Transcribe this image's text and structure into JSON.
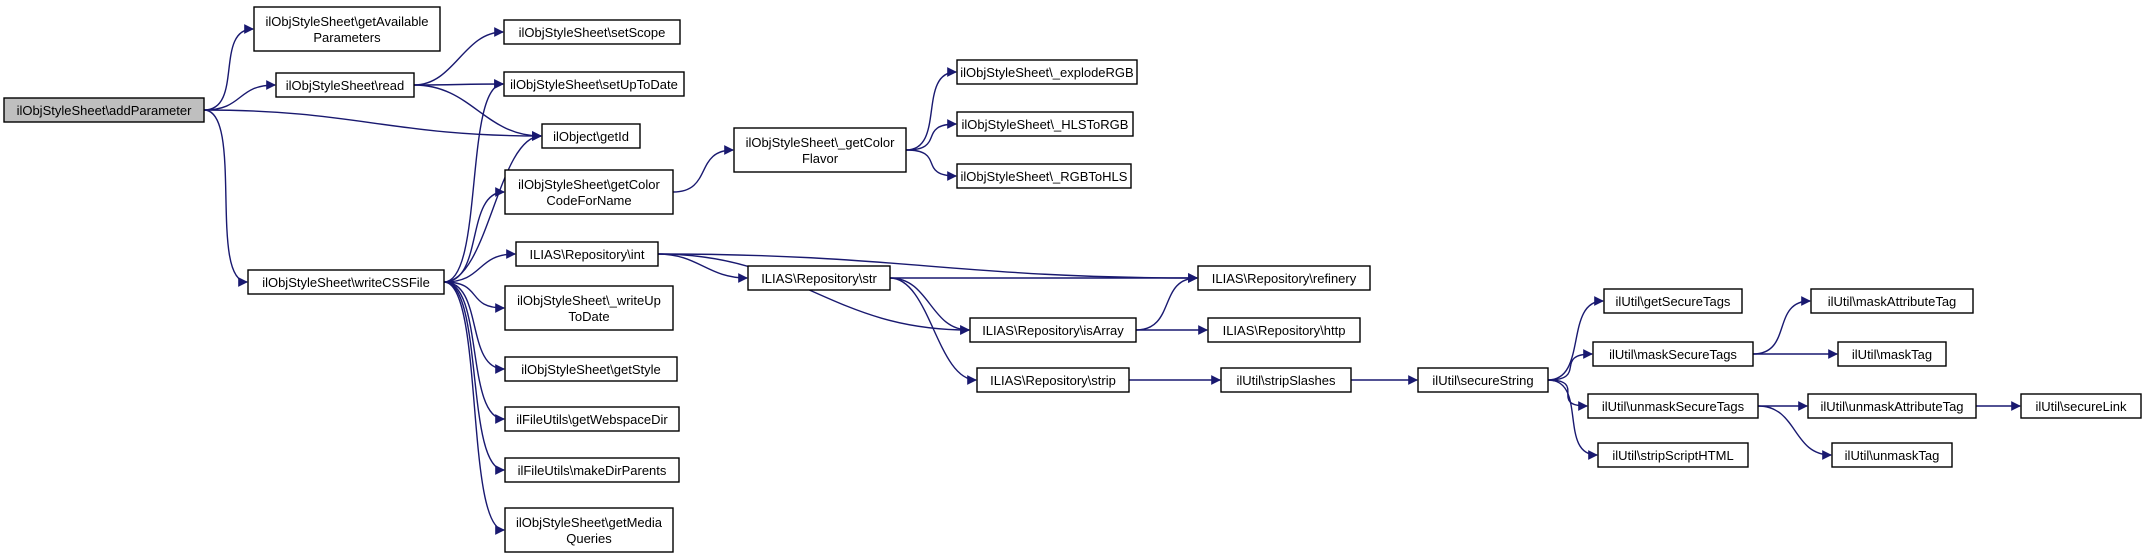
{
  "diagram": {
    "type": "call-graph",
    "colors": {
      "edge": "#191970",
      "node_border": "#000000",
      "root_fill": "#bfbfbf",
      "node_fill": "#ffffff"
    },
    "nodes": [
      {
        "id": "n0",
        "lines": [
          "ilObjStyleSheet\\addParameter"
        ],
        "root": true
      },
      {
        "id": "n1",
        "lines": [
          "ilObjStyleSheet\\getAvailable",
          "Parameters"
        ]
      },
      {
        "id": "n2",
        "lines": [
          "ilObjStyleSheet\\read"
        ]
      },
      {
        "id": "n3",
        "lines": [
          "ilObject\\getId"
        ]
      },
      {
        "id": "n4",
        "lines": [
          "ilObjStyleSheet\\writeCSSFile"
        ]
      },
      {
        "id": "n5",
        "lines": [
          "ilObjStyleSheet\\setScope"
        ]
      },
      {
        "id": "n6",
        "lines": [
          "ilObjStyleSheet\\setUpToDate"
        ]
      },
      {
        "id": "n7",
        "lines": [
          "ilObjStyleSheet\\getColor",
          "CodeForName"
        ]
      },
      {
        "id": "n8",
        "lines": [
          "ILIAS\\Repository\\int"
        ]
      },
      {
        "id": "n9",
        "lines": [
          "ilObjStyleSheet\\_writeUp",
          "ToDate"
        ]
      },
      {
        "id": "n10",
        "lines": [
          "ilObjStyleSheet\\getStyle"
        ]
      },
      {
        "id": "n11",
        "lines": [
          "ilFileUtils\\getWebspaceDir"
        ]
      },
      {
        "id": "n12",
        "lines": [
          "ilFileUtils\\makeDirParents"
        ]
      },
      {
        "id": "n13",
        "lines": [
          "ilObjStyleSheet\\getMedia",
          "Queries"
        ]
      },
      {
        "id": "n14",
        "lines": [
          "ilObjStyleSheet\\_getColor",
          "Flavor"
        ]
      },
      {
        "id": "n15",
        "lines": [
          "ilObjStyleSheet\\_explodeRGB"
        ]
      },
      {
        "id": "n16",
        "lines": [
          "ilObjStyleSheet\\_HLSToRGB"
        ]
      },
      {
        "id": "n17",
        "lines": [
          "ilObjStyleSheet\\_RGBToHLS"
        ]
      },
      {
        "id": "n18",
        "lines": [
          "ILIAS\\Repository\\str"
        ]
      },
      {
        "id": "n19",
        "lines": [
          "ILIAS\\Repository\\refinery"
        ]
      },
      {
        "id": "n20",
        "lines": [
          "ILIAS\\Repository\\isArray"
        ]
      },
      {
        "id": "n21",
        "lines": [
          "ILIAS\\Repository\\strip"
        ]
      },
      {
        "id": "n22",
        "lines": [
          "ILIAS\\Repository\\http"
        ]
      },
      {
        "id": "n23",
        "lines": [
          "ilUtil\\stripSlashes"
        ]
      },
      {
        "id": "n24",
        "lines": [
          "ilUtil\\secureString"
        ]
      },
      {
        "id": "n25",
        "lines": [
          "ilUtil\\getSecureTags"
        ]
      },
      {
        "id": "n26",
        "lines": [
          "ilUtil\\maskSecureTags"
        ]
      },
      {
        "id": "n27",
        "lines": [
          "ilUtil\\unmaskSecureTags"
        ]
      },
      {
        "id": "n28",
        "lines": [
          "ilUtil\\stripScriptHTML"
        ]
      },
      {
        "id": "n29",
        "lines": [
          "ilUtil\\maskAttributeTag"
        ]
      },
      {
        "id": "n30",
        "lines": [
          "ilUtil\\maskTag"
        ]
      },
      {
        "id": "n31",
        "lines": [
          "ilUtil\\unmaskAttributeTag"
        ]
      },
      {
        "id": "n32",
        "lines": [
          "ilUtil\\unmaskTag"
        ]
      },
      {
        "id": "n33",
        "lines": [
          "ilUtil\\secureLink"
        ]
      }
    ],
    "edges": [
      [
        "n0",
        "n1"
      ],
      [
        "n0",
        "n2"
      ],
      [
        "n0",
        "n3"
      ],
      [
        "n0",
        "n4"
      ],
      [
        "n2",
        "n5"
      ],
      [
        "n2",
        "n6"
      ],
      [
        "n2",
        "n3"
      ],
      [
        "n4",
        "n6"
      ],
      [
        "n4",
        "n3"
      ],
      [
        "n4",
        "n7"
      ],
      [
        "n4",
        "n8"
      ],
      [
        "n4",
        "n9"
      ],
      [
        "n4",
        "n10"
      ],
      [
        "n4",
        "n11"
      ],
      [
        "n4",
        "n12"
      ],
      [
        "n4",
        "n13"
      ],
      [
        "n7",
        "n14"
      ],
      [
        "n14",
        "n15"
      ],
      [
        "n14",
        "n16"
      ],
      [
        "n14",
        "n17"
      ],
      [
        "n8",
        "n18"
      ],
      [
        "n8",
        "n19"
      ],
      [
        "n8",
        "n20"
      ],
      [
        "n18",
        "n19"
      ],
      [
        "n18",
        "n20"
      ],
      [
        "n18",
        "n21"
      ],
      [
        "n20",
        "n19"
      ],
      [
        "n20",
        "n22"
      ],
      [
        "n21",
        "n23"
      ],
      [
        "n23",
        "n24"
      ],
      [
        "n24",
        "n25"
      ],
      [
        "n24",
        "n26"
      ],
      [
        "n24",
        "n27"
      ],
      [
        "n24",
        "n28"
      ],
      [
        "n26",
        "n29"
      ],
      [
        "n26",
        "n30"
      ],
      [
        "n27",
        "n31"
      ],
      [
        "n27",
        "n32"
      ],
      [
        "n31",
        "n33"
      ]
    ]
  }
}
